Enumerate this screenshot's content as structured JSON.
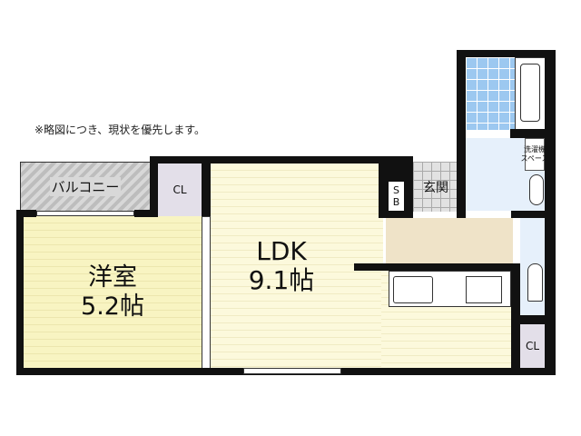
{
  "note": "※略図につき、現状を優先します。",
  "rooms": {
    "balcony": "バルコニー",
    "closet1": "CL",
    "western_name": "洋室",
    "western_size": "5.2帖",
    "ldk_name": "LDK",
    "ldk_size": "9.1帖",
    "shoebox": "S\nB",
    "entrance": "玄関",
    "washer_space": "洗濯機\nスペース",
    "closet2": "CL"
  },
  "colors": {
    "western": "#f8f4c2",
    "ldk": "#fcf9dc",
    "hall": "#efe3c8",
    "shower": "#9cc8f0",
    "closet": "#e3dfe9"
  }
}
